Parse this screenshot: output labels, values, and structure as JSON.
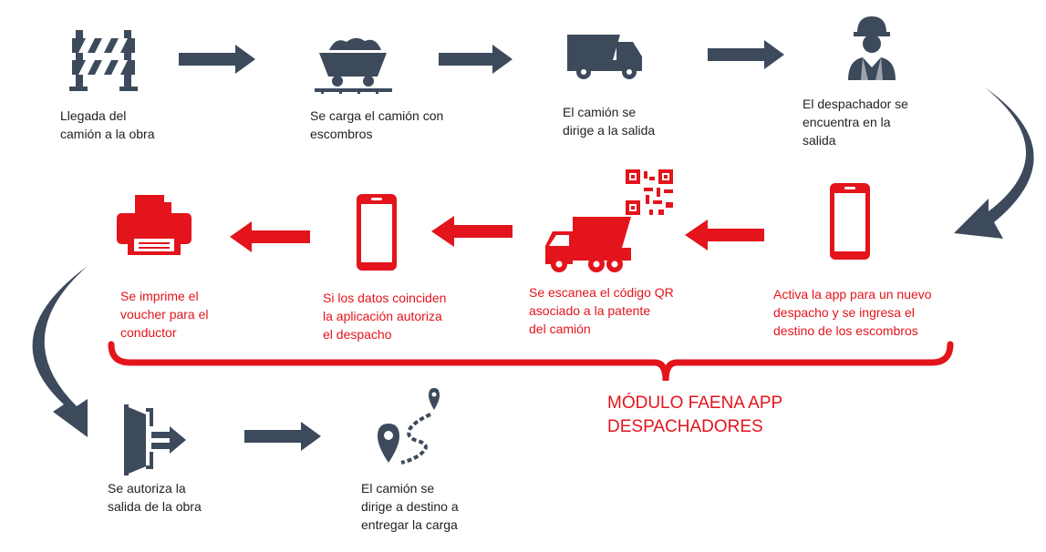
{
  "colors": {
    "dark": "#3d4a5c",
    "red": "#e3141b",
    "text": "#222222"
  },
  "steps_top": [
    {
      "icon": "road-barrier-icon",
      "label": "Llegada del\ncamión a la obra"
    },
    {
      "icon": "mine-cart-icon",
      "label": "Se carga el camión con\nescombros"
    },
    {
      "icon": "dump-truck-icon",
      "label": "El camión se\ndirige a la salida"
    },
    {
      "icon": "construction-worker-icon",
      "label": "El despachador se\nencuentra en la\nsalida"
    }
  ],
  "steps_middle": [
    {
      "icon": "smartphone-icon",
      "label": "Activa la app para un nuevo\ndespacho y se ingresa el\ndestino de los escombros"
    },
    {
      "icon": "truck-qr-code-icon",
      "label": "Se escanea el código QR\nasociado a la patente\ndel camión"
    },
    {
      "icon": "smartphone-icon",
      "label": "Si los datos coinciden\nla  aplicación autoriza\nel despacho"
    },
    {
      "icon": "printer-icon",
      "label": "Se imprime el\nvoucher para el\nconductor"
    }
  ],
  "steps_bottom": [
    {
      "icon": "exit-door-icon",
      "label": "Se autoriza la\nsalida de la obra"
    },
    {
      "icon": "route-map-pin-icon",
      "label": "El camión se\ndirige a destino a\nentregar la carga"
    }
  ],
  "module": {
    "title": "MÓDULO FAENA APP\nDESPACHADORES"
  }
}
